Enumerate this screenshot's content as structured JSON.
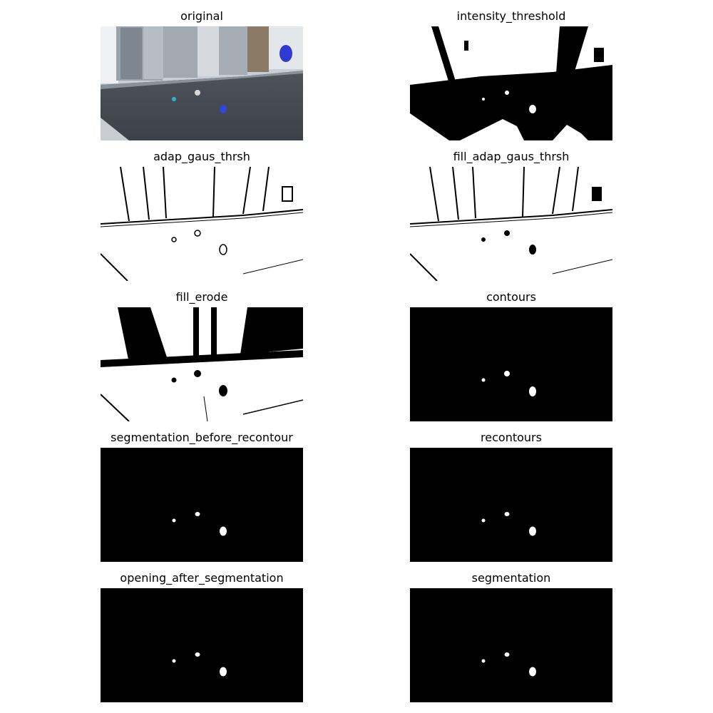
{
  "figure": {
    "panels": [
      {
        "title": "original"
      },
      {
        "title": "intensity_threshold"
      },
      {
        "title": "adap_gaus_thrsh"
      },
      {
        "title": "fill_adap_gaus_thrsh"
      },
      {
        "title": "fill_erode"
      },
      {
        "title": "contours"
      },
      {
        "title": "segmentation_before_recontour"
      },
      {
        "title": "recontours"
      },
      {
        "title": "opening_after_segmentation"
      },
      {
        "title": "segmentation"
      }
    ]
  }
}
